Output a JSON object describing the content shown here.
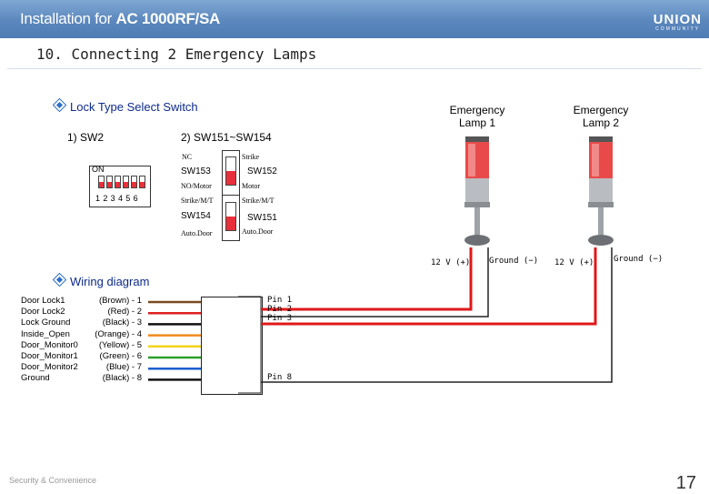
{
  "header": {
    "title_prefix": "Installation for ",
    "title_model": "AC 1000RF/SA",
    "logo": "UNION",
    "logo_sub": "COMMUNITY"
  },
  "slide_title": "10. Connecting 2 Emergency Lamps",
  "lock_section": {
    "title": "Lock Type Select Switch",
    "sw2_label": "1) SW2",
    "sw2_on": "ON",
    "sw2_numbers": [
      "1",
      "2",
      "3",
      "4",
      "5",
      "6"
    ],
    "sw151_label": "2) SW151~SW154",
    "nc": "NC",
    "strike1": "Strike",
    "sw153": "SW153",
    "sw152": "SW152",
    "no_motor": "NO/Motor",
    "motor": "Motor",
    "strike_mt1": "Strike/M/T",
    "strike_mt2": "Strike/M/T",
    "sw154": "SW154",
    "sw151": "SW151",
    "autodoor1": "Auto.Door",
    "autodoor2": "Auto.Door"
  },
  "lamps": {
    "lamp1_label": "Emergency Lamp 1",
    "lamp2_label": "Emergency Lamp 2",
    "lamp1_v": "12 V (+)",
    "lamp1_gnd": "Ground (−)",
    "lamp2_v": "12 V (+)",
    "lamp2_gnd": "Ground (−)"
  },
  "wiring_section": {
    "title": "Wiring diagram",
    "rows": [
      {
        "name": "Door Lock1",
        "color": "(Brown) - 1",
        "hex": "#7a4a1e"
      },
      {
        "name": "Door Lock2",
        "color": "(Red) - 2",
        "hex": "#e02020"
      },
      {
        "name": "Lock Ground",
        "color": "(Black) - 3",
        "hex": "#111111"
      },
      {
        "name": "Inside_Open",
        "color": "(Orange) - 4",
        "hex": "#f08a1c"
      },
      {
        "name": "Door_Monitor0",
        "color": "(Yellow) - 5",
        "hex": "#f2d21a"
      },
      {
        "name": "Door_Monitor1",
        "color": "(Green) - 6",
        "hex": "#2aa02a"
      },
      {
        "name": "Door_Monitor2",
        "color": "(Blue) - 7",
        "hex": "#1c5fd0"
      },
      {
        "name": "Ground",
        "color": "(Black) - 8",
        "hex": "#111111"
      }
    ],
    "pins": [
      "Pin 1",
      "Pin 2",
      "Pin 3",
      "Pin 8"
    ]
  },
  "footer": "Security & Convenience",
  "page_number": "17"
}
